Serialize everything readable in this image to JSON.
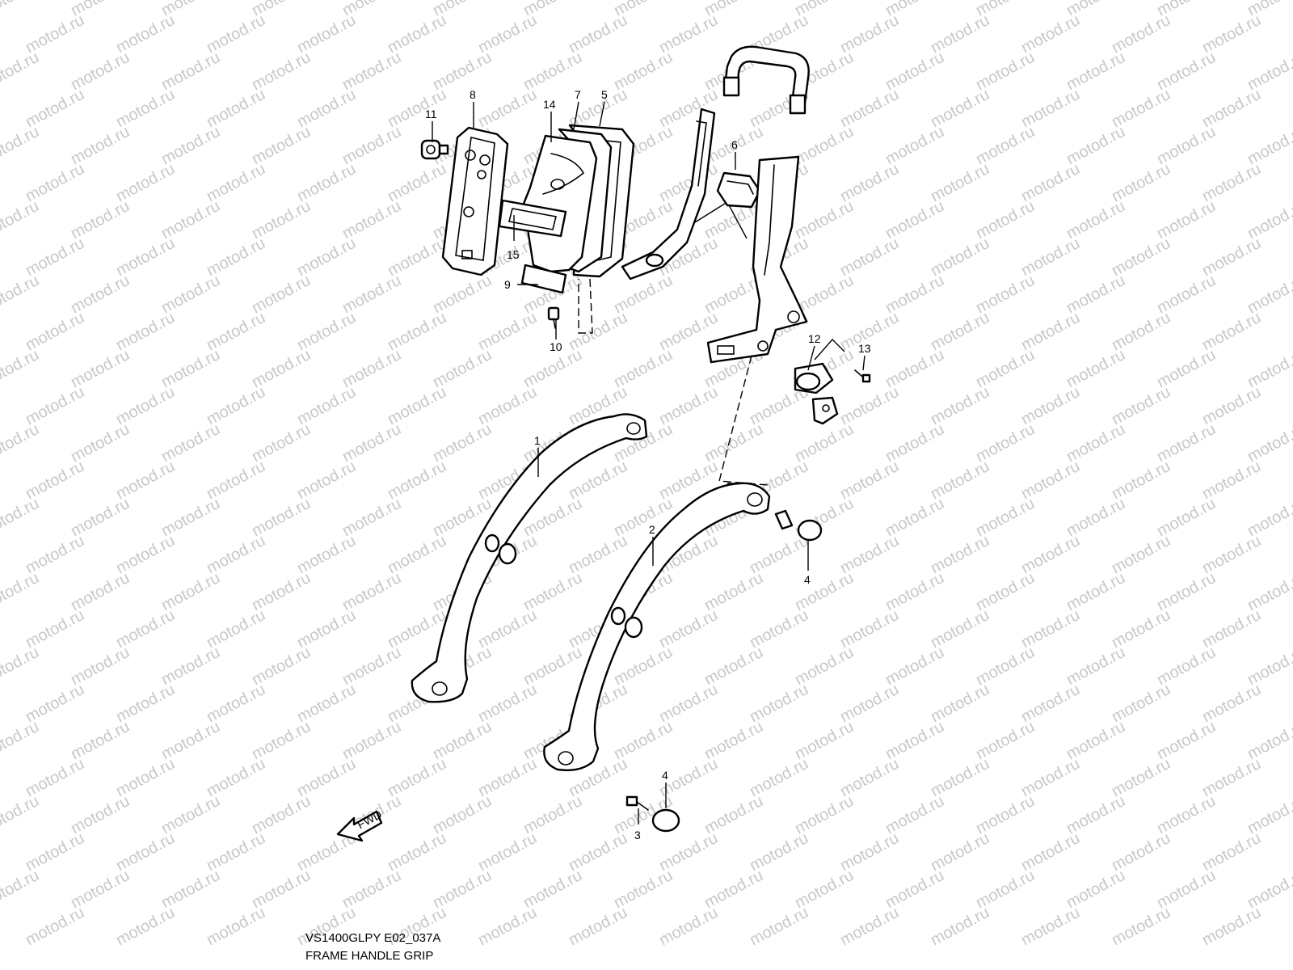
{
  "watermark": "motod.ru",
  "model_code": "VS1400GLPY E02_037A",
  "title": "FRAME HANDLE GRIP",
  "fwd_label": "FWD",
  "callouts": [
    "1",
    "2",
    "3",
    "4",
    "4",
    "5",
    "6",
    "7",
    "8",
    "9",
    "10",
    "11",
    "12",
    "13",
    "14",
    "15"
  ],
  "colors": {
    "line": "#000000",
    "watermark": "#c8c8c8",
    "background": "#ffffff"
  }
}
